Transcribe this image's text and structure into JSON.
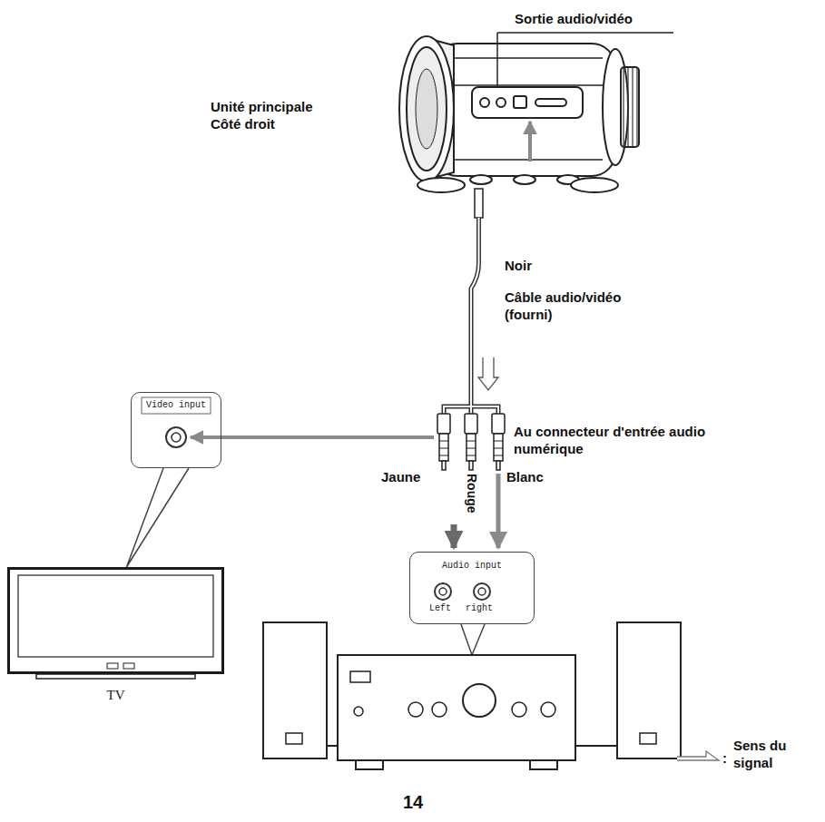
{
  "diagram": {
    "nodes": [
      {
        "text": [
          "Video input"
        ]
      },
      {
        "text": [
          "Audio input",
          "Left",
          "right"
        ]
      },
      {
        "text": [
          "TV"
        ]
      }
    ],
    "edges": [
      {
        "from": 0,
        "to": 2,
        "arrow": "none"
      }
    ],
    "labels": [
      "Sortie audio/vidéo",
      "Unité principale Côté droit",
      "Noir",
      "Câble audio/vidéo (fourni)",
      "Au connecteur d'entrée audio numérique",
      "Jaune",
      "Rouge",
      "Blanc",
      "14",
      ":"
    ],
    "legend": [
      {
        "text": "Sens du signal"
      }
    ]
  }
}
